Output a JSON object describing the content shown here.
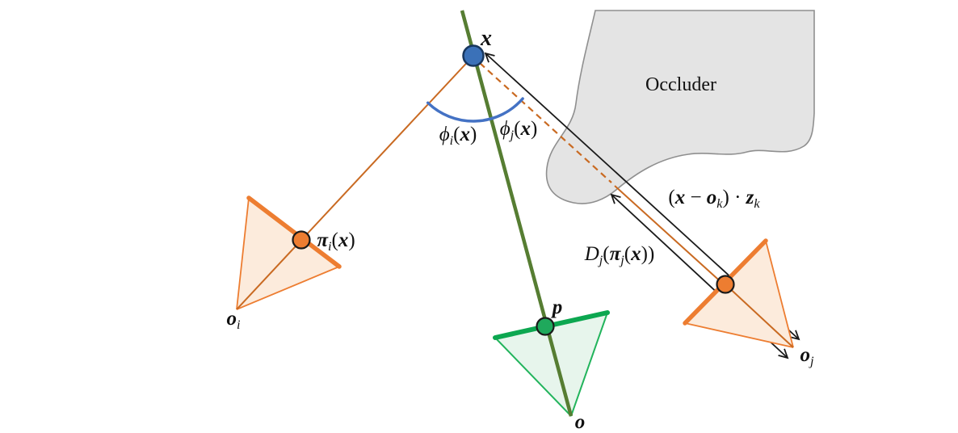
{
  "figure": {
    "kind": "multi-view geometry diagram",
    "description": "Point x observed by camera i and camera j; the ray from camera j to x is blocked by an occluder, so the rendered depth differs from the point depth."
  },
  "labels_plain": {
    "occluder": "Occluder"
  },
  "labels": {
    "x": [
      {
        "t": "x",
        "s": "bi"
      }
    ],
    "phi_i": [
      {
        "t": "ϕ",
        "s": "i"
      },
      {
        "t": "i",
        "s": "sub"
      },
      {
        "t": "(",
        "s": "n"
      },
      {
        "t": "x",
        "s": "bi"
      },
      {
        "t": ")",
        "s": "n"
      }
    ],
    "phi_j": [
      {
        "t": "ϕ",
        "s": "i"
      },
      {
        "t": "j",
        "s": "sub"
      },
      {
        "t": "(",
        "s": "n"
      },
      {
        "t": "x",
        "s": "bi"
      },
      {
        "t": ")",
        "s": "n"
      }
    ],
    "pi_i": [
      {
        "t": "π",
        "s": "bi"
      },
      {
        "t": "i",
        "s": "sub"
      },
      {
        "t": "(",
        "s": "n"
      },
      {
        "t": "x",
        "s": "bi"
      },
      {
        "t": ")",
        "s": "n"
      }
    ],
    "o_i": [
      {
        "t": "o",
        "s": "bi"
      },
      {
        "t": "i",
        "s": "sub"
      }
    ],
    "o_j": [
      {
        "t": "o",
        "s": "bi"
      },
      {
        "t": "j",
        "s": "sub"
      }
    ],
    "o": [
      {
        "t": "o",
        "s": "bi"
      }
    ],
    "p": [
      {
        "t": "p",
        "s": "bi"
      }
    ],
    "depth_k": [
      {
        "t": "(",
        "s": "n"
      },
      {
        "t": "x",
        "s": "bi"
      },
      {
        "t": " − ",
        "s": "n"
      },
      {
        "t": "o",
        "s": "bi"
      },
      {
        "t": "k",
        "s": "sub"
      },
      {
        "t": ")",
        "s": "n"
      },
      {
        "t": " · ",
        "s": "n"
      },
      {
        "t": "z",
        "s": "bi"
      },
      {
        "t": "k",
        "s": "sub"
      }
    ],
    "depth_j": [
      {
        "t": "D",
        "s": "di"
      },
      {
        "t": "j",
        "s": "sub"
      },
      {
        "t": "(",
        "s": "n"
      },
      {
        "t": "π",
        "s": "bi"
      },
      {
        "t": "j",
        "s": "sub"
      },
      {
        "t": "(",
        "s": "n"
      },
      {
        "t": "x",
        "s": "bi"
      },
      {
        "t": "))",
        "s": "n"
      }
    ]
  },
  "colors": {
    "c-black": "#1a1a1a",
    "c-orange": "#ED7D31",
    "c-orange-dark": "#C96A22",
    "c-orange-fill": "#FCEBDC",
    "c-green-bright": "#22B45C",
    "c-green-thick": "#0CA750",
    "c-green-fill": "#E7F5EC",
    "c-green-dark": "#567D32",
    "c-green-dot": "#1FA95C",
    "c-blue": "#4472C4",
    "c-blue-dot": "#3B71B8",
    "c-blue-dark": "#17365D",
    "c-gray-fill": "#E4E4E4",
    "c-gray-stroke": "#8F8F8F"
  }
}
